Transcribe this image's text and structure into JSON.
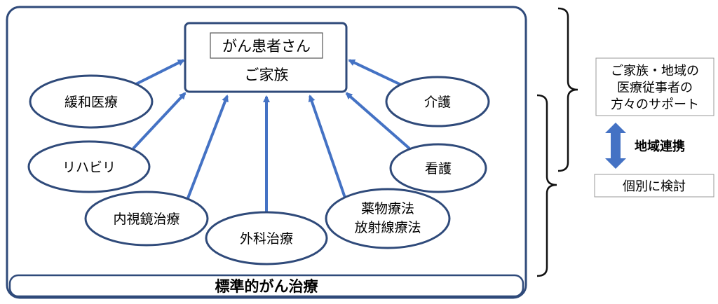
{
  "center": {
    "label_boxed": "がん患者さん",
    "label_sub": "ご家族"
  },
  "nodes": {
    "kanwa": "緩和医療",
    "rehab": "リハビリ",
    "naishikyo": "内視鏡治療",
    "geka": "外科治療",
    "yakubutsu_1": "薬物療法",
    "yakubutsu_2": "放射線療法",
    "kango": "看護",
    "kaigo": "介護"
  },
  "footer_label": "標準的がん治療",
  "side": {
    "support_lines": [
      "ご家族・地域の",
      "医療従事者の",
      "方々のサポート"
    ],
    "link_label": "地域連携",
    "individual": "個別に検討"
  },
  "colors": {
    "frame": "#2f4a7a",
    "arrow": "#4472c4",
    "accent": "#4472c4"
  }
}
